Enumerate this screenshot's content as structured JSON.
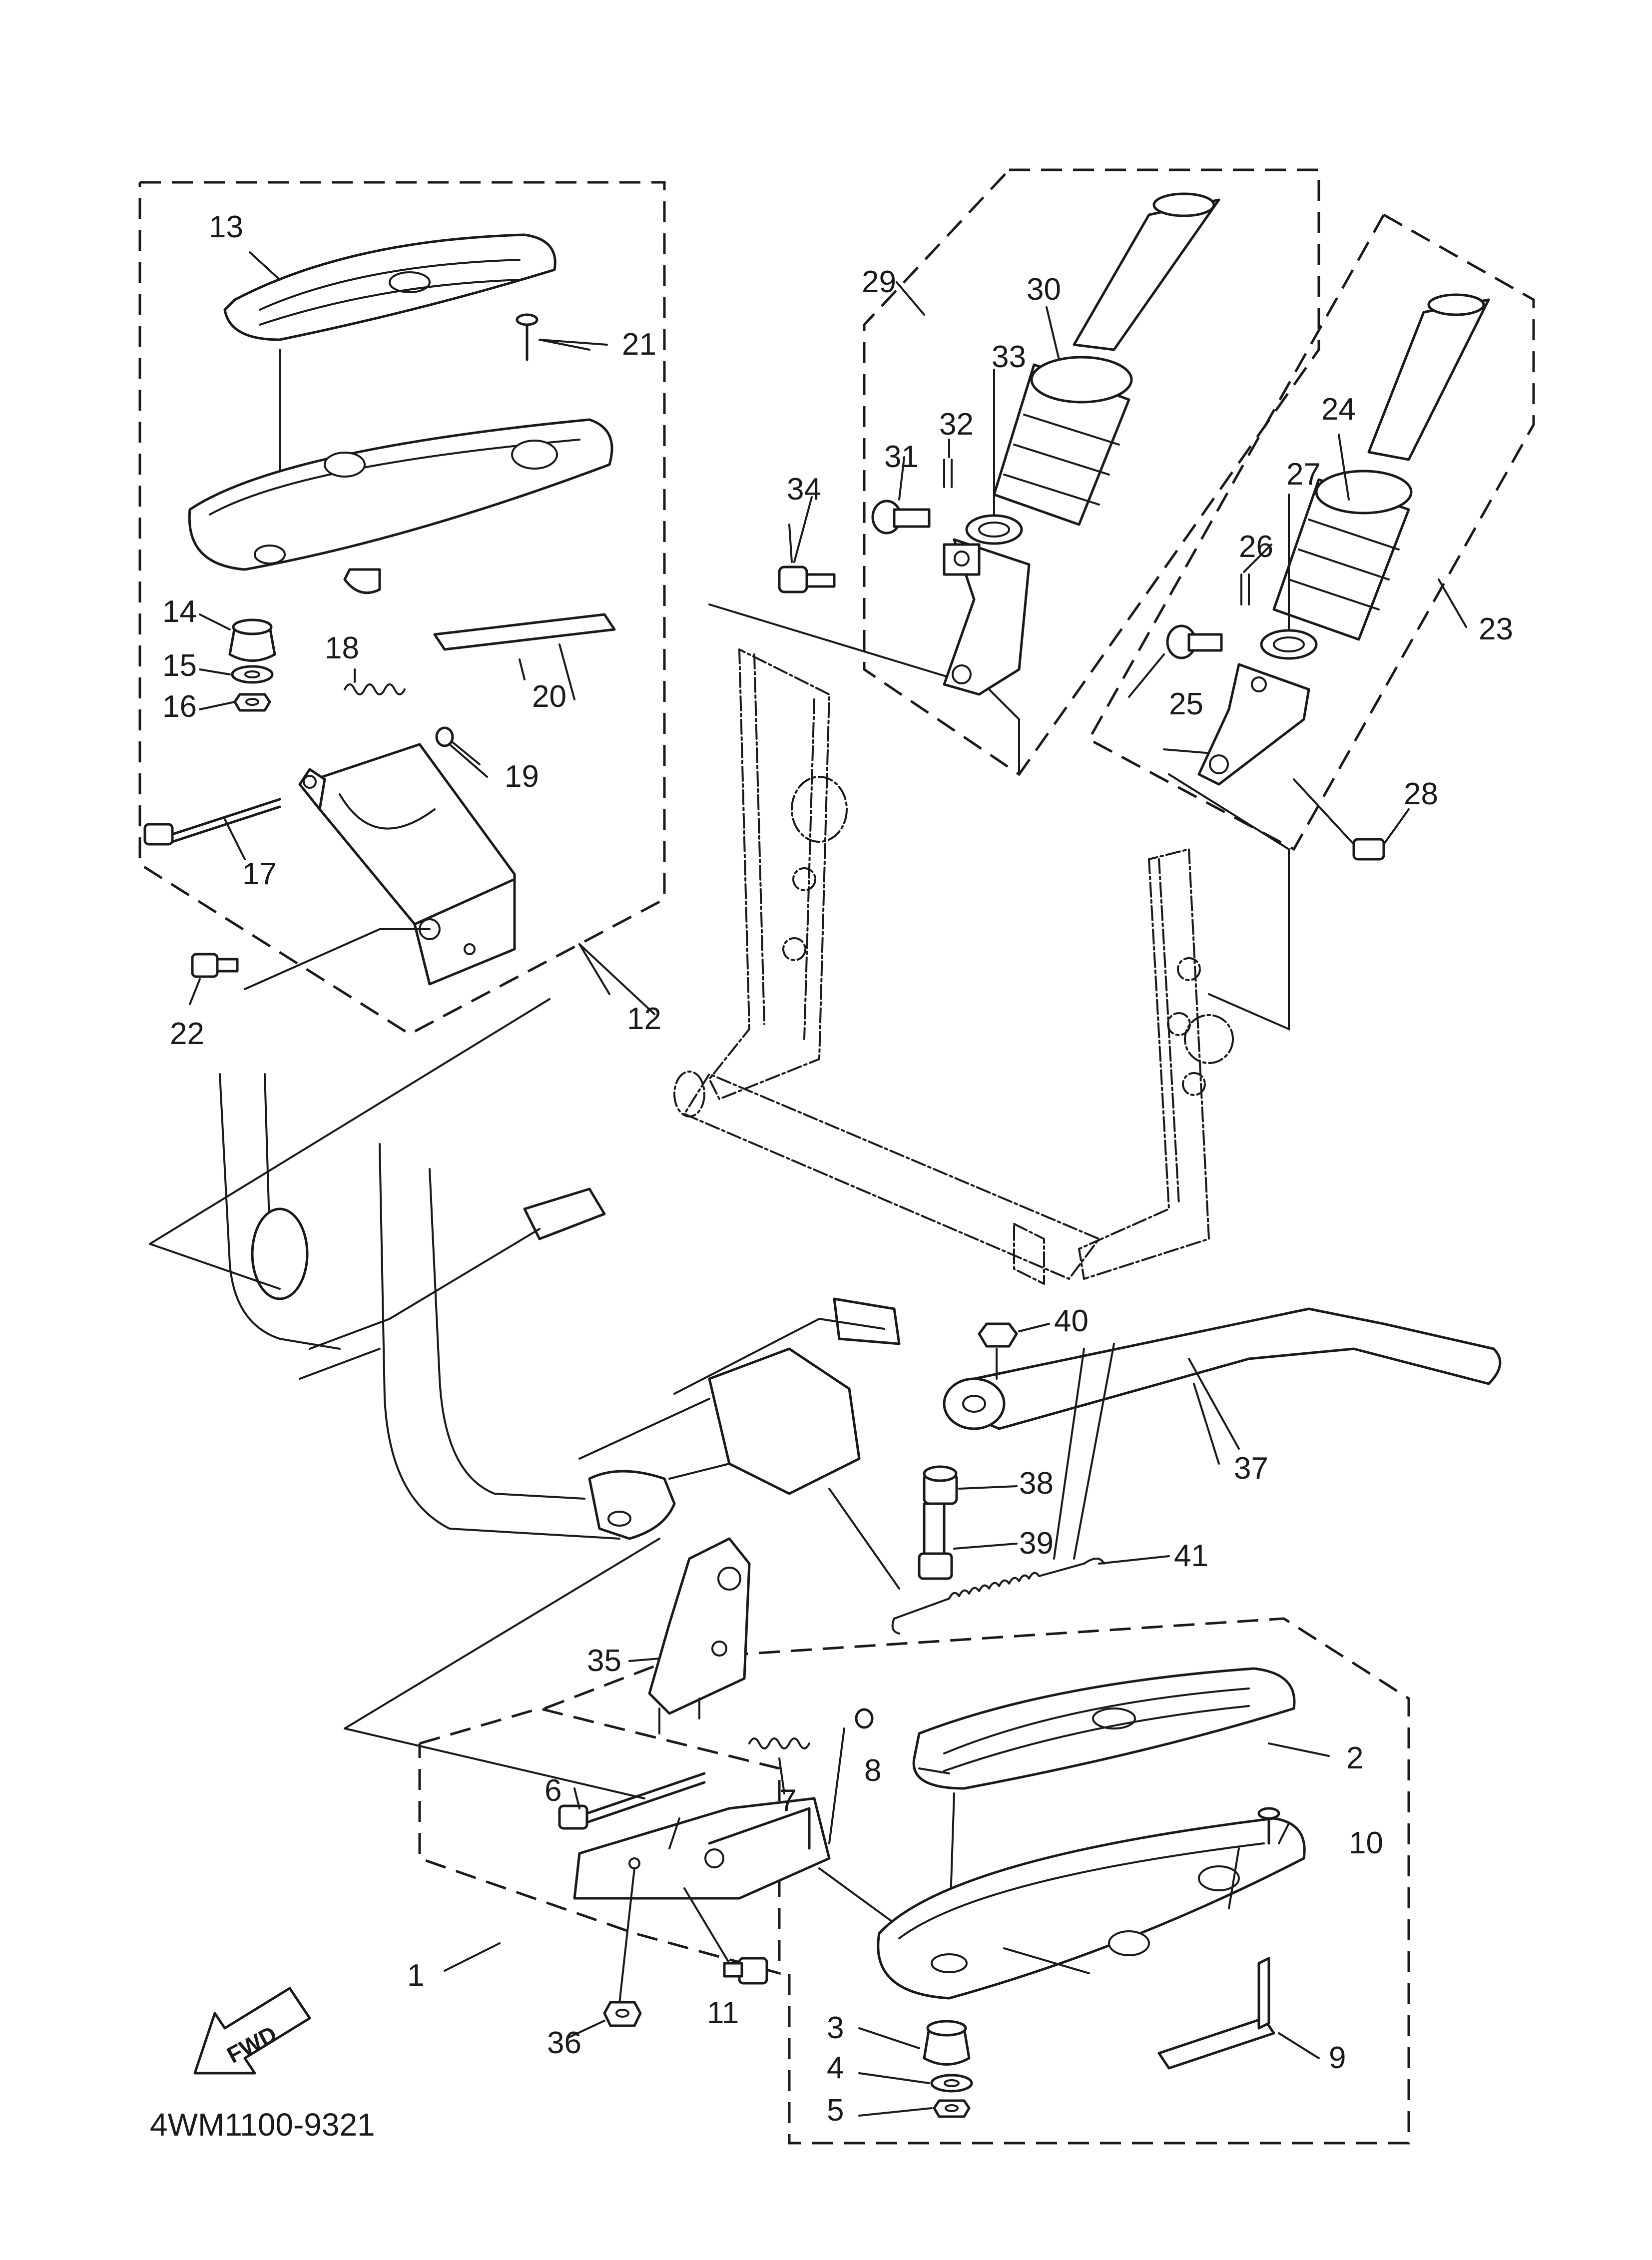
{
  "diagram": {
    "id_label": "4WM1100-9321",
    "direction_label": "FWD",
    "callouts": [
      "1",
      "2",
      "3",
      "4",
      "5",
      "6",
      "7",
      "8",
      "9",
      "10",
      "11",
      "12",
      "13",
      "14",
      "15",
      "16",
      "17",
      "18",
      "19",
      "20",
      "21",
      "22",
      "23",
      "24",
      "25",
      "26",
      "27",
      "28",
      "29",
      "30",
      "31",
      "32",
      "33",
      "34",
      "35",
      "36",
      "37",
      "38",
      "39",
      "40",
      "41"
    ]
  }
}
